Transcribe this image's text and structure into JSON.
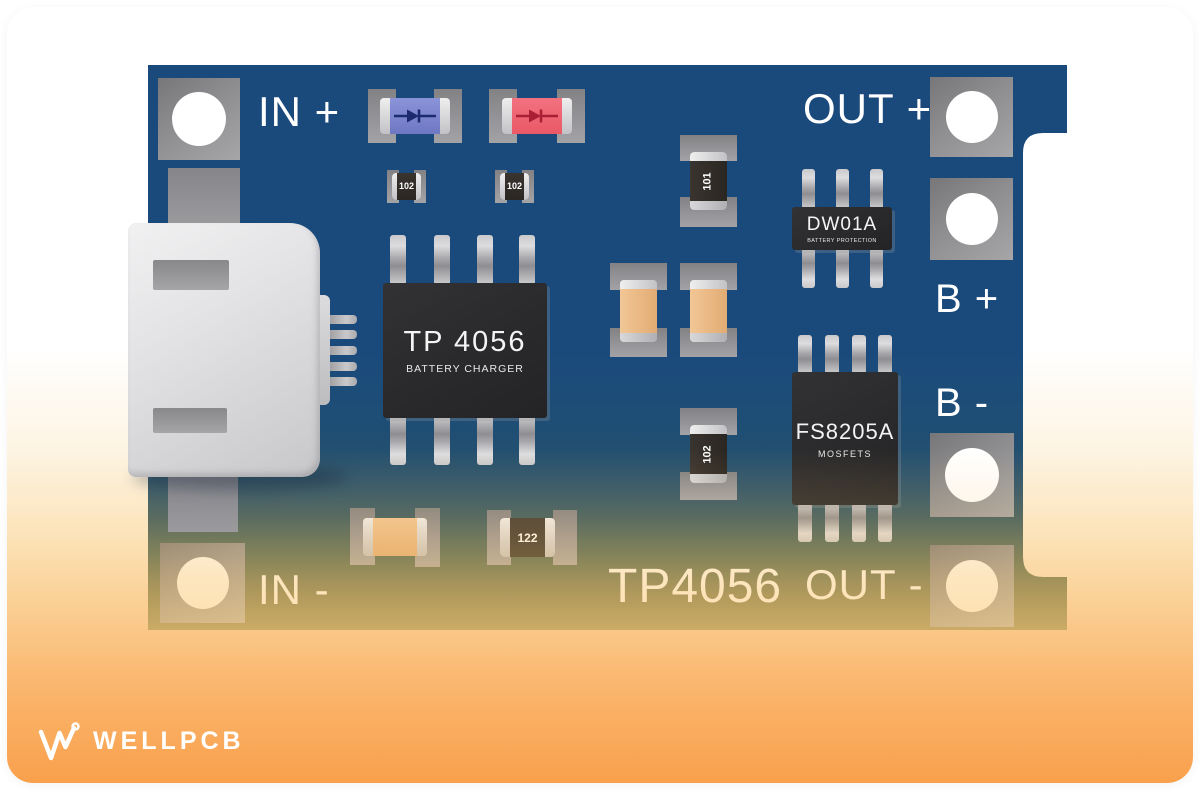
{
  "branding": {
    "logo_text": "WELLPCB"
  },
  "board": {
    "silkscreen": {
      "in_plus": "IN +",
      "in_minus": "IN -",
      "out_plus": "OUT +",
      "out_minus": "OUT -",
      "b_plus": "B +",
      "b_minus": "B -",
      "board_name": "TP4056"
    },
    "ics": [
      {
        "name": "TP 4056",
        "subtitle": "BATTERY CHARGER"
      },
      {
        "name": "DW01A",
        "subtitle": "BATTERY PROTECTION"
      },
      {
        "name": "FS8205A",
        "subtitle": "MOSFETS"
      }
    ],
    "resistors": [
      {
        "code": "102"
      },
      {
        "code": "102"
      },
      {
        "code": "101"
      },
      {
        "code": "102"
      },
      {
        "code": "122"
      }
    ]
  },
  "colors": {
    "pcb_blue": "#1a4a7c",
    "background_orange": "#f9a04c",
    "pad_gray": "#8d8d90",
    "diode_blue": "#7b85cd",
    "diode_red": "#f06573",
    "ic_black": "#2c2c2e"
  }
}
